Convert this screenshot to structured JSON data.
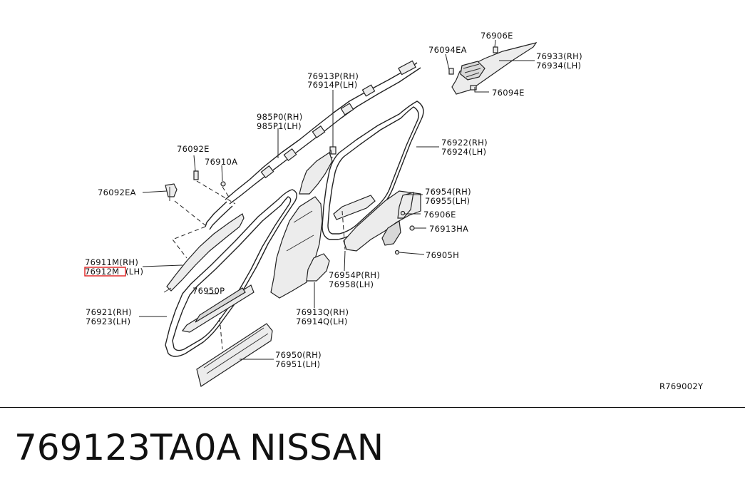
{
  "diagram": {
    "ref_code": "R769002Y",
    "highlight_color": "#e02020",
    "labels": {
      "p76906E_top": "76906E",
      "p76094EA": "76094EA",
      "p76933": "76933(RH)",
      "p76934": "76934(LH)",
      "p76094E": "76094E",
      "p76913P": "76913P(RH)",
      "p76914P": "76914P(LH)",
      "p985P0": "985P0(RH)",
      "p985P1": "985P1(LH)",
      "p76092E": "76092E",
      "p76910A": "76910A",
      "p76092EA": "76092EA",
      "p76922": "76922(RH)",
      "p76924": "76924(LH)",
      "p76954": "76954(RH)",
      "p76955": "76955(LH)",
      "p76906E_mid": "76906E",
      "p76913HA": "76913HA",
      "p76905H": "76905H",
      "p76911M": "76911M(RH)",
      "p76912M": "76912M",
      "p76912M_suffix": "(LH)",
      "p76954P": "76954P(RH)",
      "p76958": "76958(LH)",
      "p76950P": "76950P",
      "p76913Q": "76913Q(RH)",
      "p76914Q": "76914Q(LH)",
      "p76921": "76921(RH)",
      "p76923": "76923(LH)",
      "p76950": "76950(RH)",
      "p76951": "76951(LH)"
    }
  },
  "footer": {
    "part_number": "769123TA0A",
    "brand": "NISSAN"
  }
}
